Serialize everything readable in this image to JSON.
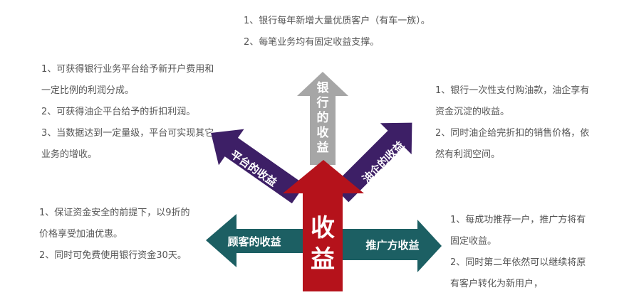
{
  "arrows": {
    "center": "收益",
    "top": "银行的收益",
    "left_up": "平台的收益",
    "right_up": "油企的收益",
    "left": "顾客的收益",
    "right": "推广方收益"
  },
  "colors": {
    "red": "#b5121b",
    "gray": "#a6a6a6",
    "purple": "#3d1f66",
    "teal": "#1c5f63",
    "text": "#555555"
  },
  "blocks": {
    "bank": [
      "1、银行每年新增大量优质客户（有车一族）。",
      "2、每笔业务均有固定收益支撑。"
    ],
    "platform": [
      "1、可获得银行业务平台给予新开户费用和",
      "一定比例的利润分成。",
      "2、可获得油企平台给予的折扣利润。",
      "3、当数据达到一定量级，平台可实现其它",
      "业务的增收。"
    ],
    "oil": [
      "1、银行一次性支付购油款，油企享有",
      "资金沉淀的收益。",
      "2、同时油企给完折扣的销售价格，依",
      "然有利润空间。"
    ],
    "customer": [
      "1、保证资金安全的前提下，以9折的",
      "价格享受加油优惠。",
      "2、同时可免费使用银行资金30天。"
    ],
    "promoter": [
      "1、每成功推荐一户，推广方将有",
      "固定收益。",
      "2、同时第二年依然可以继续将原",
      "有客户转化为新用户，"
    ]
  }
}
